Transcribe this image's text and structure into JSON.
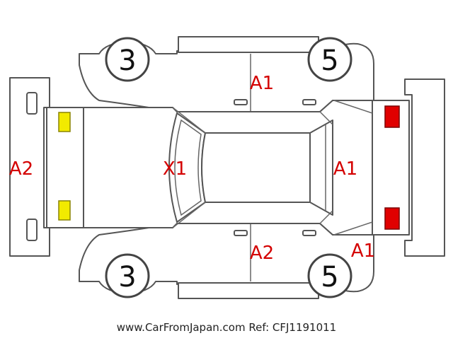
{
  "colors": {
    "damage_text": "#d40000",
    "lamp_amber": "#f2ea00",
    "lamp_red": "#e00000",
    "outline": "#555555"
  },
  "diagram": {
    "tire_labels": {
      "front_left": "3",
      "front_right": "3",
      "rear_left": "5",
      "rear_right": "5"
    },
    "damage_marks": {
      "front_bumper": "A2",
      "hood_windshield": "X1",
      "top_rear_door": "A1",
      "bottom_rear_door": "A2",
      "tailgate": "A1",
      "rear_bottom_corner": "A1"
    },
    "icons": {
      "headlamps": "amber-headlamp-icon",
      "taillamps": "red-taillamp-icon",
      "tires": "tire-icon"
    }
  },
  "footer": {
    "text": "www.CarFromJapan.com Ref: CFJ1191011"
  }
}
